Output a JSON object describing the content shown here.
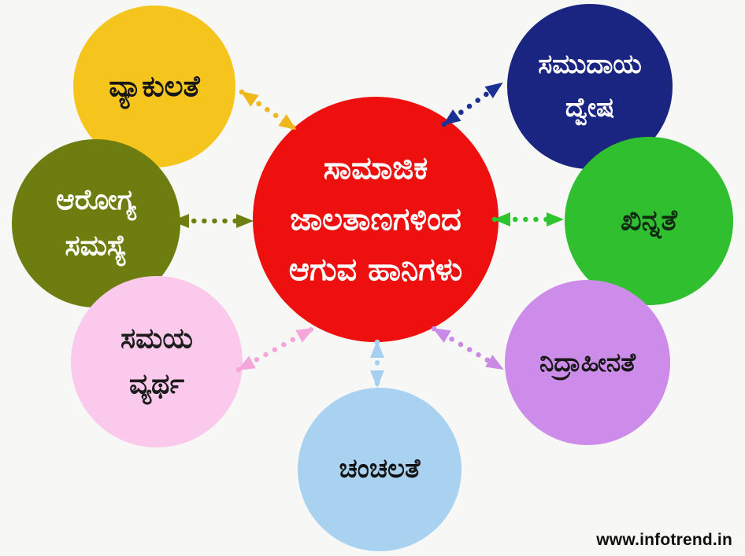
{
  "page": {
    "background": "#f7f7f5"
  },
  "watermark": {
    "text": "www.infotrend.in",
    "color": "#0e0e0e"
  },
  "center_node": {
    "label": "ಸಾಮಾಜಿಕ ಜಾಲತಾಣಗಳಿಂದ ಆಗುವ ಹಾನಿಗಳು",
    "lines": [
      "ಸಾಮಾಜಿಕ",
      "ಜಾಲತಾಣಗಳಿಂದ",
      "ಆಗುವ ಹಾನಿಗಳು"
    ],
    "fill": "#ee0f0f",
    "text_color": "#ffffff"
  },
  "nodes": [
    {
      "id": "vyakulate",
      "label": "ವ್ಯಾಕುಲತೆ",
      "lines": [
        "ವ್ಯಾಕುಲತೆ"
      ],
      "fill": "#f6c51d",
      "text_color": "#161616",
      "arrow_color": "#eeb71b",
      "position": "top-left"
    },
    {
      "id": "samudaya-dvesha",
      "label": "ಸಮುದಾಯ ದ್ವೇಷ",
      "lines": [
        "ಸಮುದಾಯ",
        "ದ್ವೇಷ"
      ],
      "fill": "#1a2581",
      "text_color": "#ffffff",
      "arrow_color": "#1c3193",
      "position": "top-right"
    },
    {
      "id": "arogya-samasye",
      "label": "ಆರೋಗ್ಯ ಸಮಸ್ಯೆ",
      "lines": [
        "ಆರೋಗ್ಯ",
        "ಸಮಸ್ಯೆ"
      ],
      "fill": "#6d7d10",
      "text_color": "#ffffff",
      "arrow_color": "#6e7f10",
      "position": "left"
    },
    {
      "id": "khinnate",
      "label": "ಖಿನ್ನತೆ",
      "lines": [
        "ಖಿನ್ನತೆ"
      ],
      "fill": "#2fbf2f",
      "text_color": "#132813",
      "arrow_color": "#2ec52e",
      "position": "right"
    },
    {
      "id": "samaya-vyartha",
      "label": "ಸಮಯ ವ್ಯರ್ಥ",
      "lines": [
        "ಸಮಯ",
        "ವ್ಯರ್ಥ"
      ],
      "fill": "#fbc9ec",
      "text_color": "#1c1c1c",
      "arrow_color": "#f5a7dc",
      "position": "bottom-left"
    },
    {
      "id": "nidrahinate",
      "label": "ನಿದ್ರಾಹೀನತೆ",
      "lines": [
        "ನಿದ್ರಾಹೀನತೆ"
      ],
      "fill": "#cd8cea",
      "text_color": "#181818",
      "arrow_color": "#c98be6",
      "position": "bottom-right"
    },
    {
      "id": "chanchalate",
      "label": "ಚಂಚಲತೆ",
      "lines": [
        "ಚಂಚಲತೆ"
      ],
      "fill": "#a9d2f1",
      "text_color": "#141414",
      "arrow_color": "#a6cff0",
      "position": "bottom"
    }
  ]
}
